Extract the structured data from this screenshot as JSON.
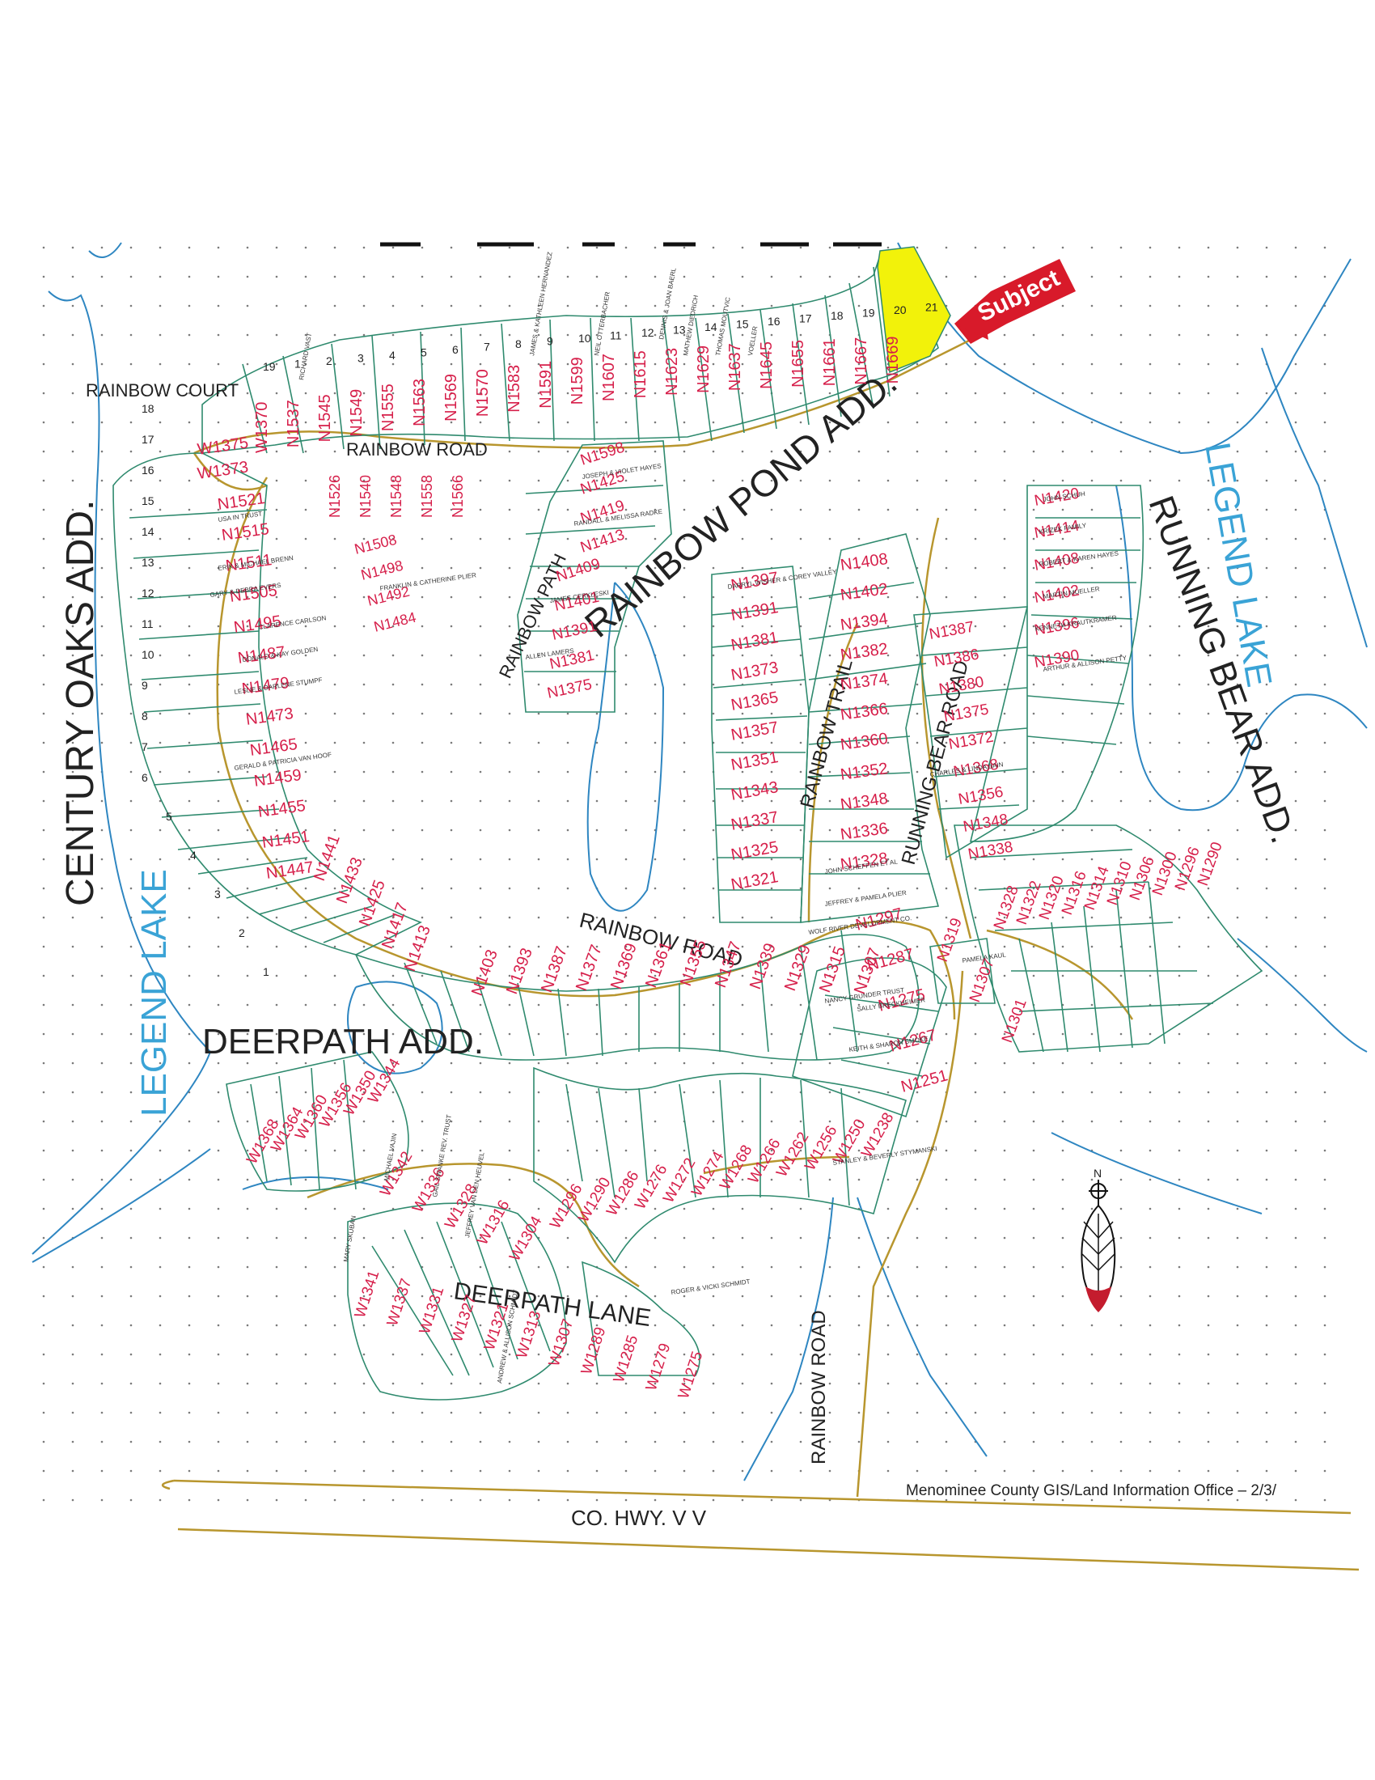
{
  "map": {
    "labels": {
      "rainbow_court": "RAINBOW COURT",
      "rainbow_road_top": "RAINBOW ROAD",
      "rainbow_road_mid": "RAINBOW ROAD",
      "rainbow_road_vert": "RAINBOW ROAD",
      "rainbow_path": "RAINBOW PATH",
      "rainbow_pond_add": "RAINBOW POND ADD.",
      "rainbow_trail": "RAINBOW TRAIL",
      "running_bear_road": "RUNNING BEAR ROAD",
      "running_bear_add": "RUNNING BEAR ADD.",
      "century_oaks_add": "CENTURY OAKS ADD.",
      "deerpath_add": "DEERPATH ADD.",
      "deerpath_lane": "DEERPATH LANE",
      "legend_lake_left": "LEGEND LAKE",
      "legend_lake_right": "LEGEND LAKE",
      "co_hwy": "CO. HWY. V V",
      "footer_office": "Menominee County GIS/Land Information Office – 2/3/"
    },
    "subject_tag": "Subject",
    "parcels_north": [
      "W1370",
      "N1537",
      "N1545",
      "N1549",
      "N1555",
      "N1563",
      "N1569",
      "N1570",
      "N1583",
      "N1591",
      "N1599",
      "N1607",
      "N1615",
      "N1623",
      "N1629",
      "N1637",
      "N1645",
      "N1655",
      "N1661",
      "N1667",
      "N1669"
    ],
    "parcels_south_of_rainbow": [
      "N1526",
      "N1540",
      "N1548",
      "N1558",
      "N1566",
      "N1508",
      "N1498",
      "N1492",
      "N1484"
    ],
    "parcels_century_oaks": [
      "W1375",
      "W1373",
      "N1521",
      "N1515",
      "N1511",
      "N1505",
      "N1495",
      "N1487",
      "N1479",
      "N1473",
      "N1465",
      "N1459",
      "N1455",
      "N1451",
      "N1447",
      "N1441",
      "N1433",
      "N1425",
      "N1417",
      "N1413"
    ],
    "parcels_rainbow_path": [
      "N1598",
      "N1425",
      "N1419",
      "N1413",
      "N1409",
      "N1401",
      "N1391",
      "N1381",
      "N1375"
    ],
    "parcels_pond_west": [
      "N1397",
      "N1391",
      "N1381",
      "N1373",
      "N1365",
      "N1357",
      "N1351",
      "N1343",
      "N1337",
      "N1325",
      "N1321"
    ],
    "parcels_pond_east": [
      "N1408",
      "N1402",
      "N1394",
      "N1382",
      "N1374",
      "N1366",
      "N1360",
      "N1352",
      "N1348",
      "N1336",
      "N1328"
    ],
    "parcels_running_bear": [
      "N1420",
      "N1414",
      "N1408",
      "N1402",
      "N1396",
      "N1390",
      "N1387",
      "N1386",
      "N1380",
      "N1375",
      "N1372",
      "N1368",
      "N1356",
      "N1348",
      "N1338",
      "N1328",
      "N1322",
      "N1320",
      "N1316",
      "N1314",
      "N1310",
      "N1306",
      "N1300",
      "N1296",
      "N1290",
      "N1319",
      "N1307",
      "N1301"
    ],
    "parcels_rainbow_road_south": [
      "N1403",
      "N1393",
      "N1387",
      "N1377",
      "N1369",
      "N1361",
      "N1355",
      "N1347",
      "N1339",
      "N1329",
      "N1315",
      "N1307",
      "N1297",
      "N1287",
      "N1275",
      "N1267",
      "N1251"
    ],
    "parcels_deerpath": [
      "W1368",
      "W1364",
      "W1360",
      "W1356",
      "W1350",
      "W1344",
      "W1342",
      "W1336",
      "W1328",
      "W1316",
      "W1304",
      "W1296",
      "W1290",
      "W1286",
      "W1276",
      "W1272",
      "W1274",
      "W1268",
      "W1266",
      "W1262",
      "W1256",
      "W1250",
      "W1238",
      "W1341",
      "W1337",
      "W1331",
      "W1327",
      "W1321",
      "W1313",
      "W1307",
      "W1289",
      "W1285",
      "W1279",
      "W1275"
    ],
    "owners_sample": [
      "USA IN TRUST",
      "GARY & DEBRA EVERS",
      "CLARENCE CARLSON",
      "DONALD & KAY GOLDEN",
      "LESLIE & DARLENE STUMPF",
      "GERALD & PATRICIA VAN HOOF",
      "ERIK & MICHAEL BRENN",
      "JOSEPH & VIOLET HAYES",
      "RANDALL & MELISSA RADKE",
      "DARRYL WISHER & COREY VALLEY",
      "JAMES CERKLESKI",
      "ALLEN LAMERS",
      "FRANKLIN & CATHERINE PLIER",
      "JOHN SCHUH",
      "KRIZEK FAMILY",
      "ROBERT & KAREN HAYES",
      "MARTIN MUELLER",
      "KENNETH KRAUTKRAMER",
      "ARTHUR & ALLISON PETTY",
      "CHARLES & LINDA BAIN",
      "PAMELA KAUL",
      "SALLY BRECKHEIMER",
      "KEITH & SHARON SMOKE",
      "STANLEY & BEVERLY STYMANSKI",
      "MATHEW DIEDRICH",
      "THOMAS MOUTVIC",
      "VOELLER",
      "JAMES & KATHLEEN HERNANDEZ",
      "NEIL OTTERBACHER",
      "DENNIS & JOAN BAERL",
      "RICHARD VAST",
      "MICHAEL VAJIN",
      "GAIL SWANKE REV. TRUST",
      "JEFFREY VAN DEN HEUVEL",
      "MARY SKUBAN",
      "ANDREW & ALLISON SCHMIDT",
      "ROGER & VICKI SCHMIDT",
      "NANCY GRUNDER TRUST",
      "JOHN SCHEFFEN ET AL",
      "JEFFREY & PAMELA PLIER",
      "WOLF RIVER DEVELOPMENT CO."
    ],
    "lot_numbers_north": [
      "19",
      "1",
      "2",
      "3",
      "4",
      "5",
      "6",
      "7",
      "8",
      "9",
      "10",
      "11",
      "12",
      "13",
      "14",
      "15",
      "16",
      "17",
      "18",
      "19",
      "20",
      "21"
    ],
    "lot_numbers_west": [
      "18",
      "17",
      "16",
      "15",
      "14",
      "13",
      "12",
      "11",
      "10",
      "9",
      "8",
      "7",
      "6",
      "5",
      "4",
      "3",
      "2",
      "1"
    ],
    "colors": {
      "parcel_line": "#2f8a6e",
      "road_line": "#b8962e",
      "water_line": "#2e86c1",
      "parcel_id": "#d61f4a",
      "label_blue": "#3aa3d6",
      "subject_fill": "#f2f20a",
      "subject_tag": "#d81a2a"
    },
    "north_symbol": "N",
    "icons": [
      "north-arrow-feather-icon",
      "subject-arrow-icon"
    ]
  }
}
